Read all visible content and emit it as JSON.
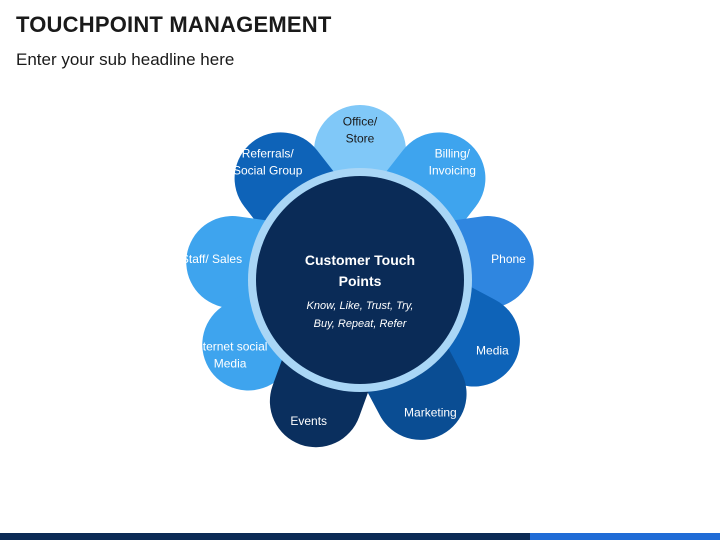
{
  "header": {
    "title": "TOUCHPOINT MANAGEMENT",
    "subtitle": "Enter your sub headline here"
  },
  "center": {
    "title_line1": "Customer Touch",
    "title_line2": "Points",
    "sub_line1": "Know, Like, Trust, Try,",
    "sub_line2": "Buy, Repeat, Refer"
  },
  "petals": [
    {
      "lines": [
        "Staff/ Sales"
      ],
      "color": "#3ea4ee"
    },
    {
      "lines": [
        "Referrals/",
        "Social Group"
      ],
      "color": "#0e63b8"
    },
    {
      "lines": [
        "Office/",
        "Store"
      ],
      "color": "#80c8f8"
    },
    {
      "lines": [
        "Billing/",
        "Invoicing"
      ],
      "color": "#3ea4ee"
    },
    {
      "lines": [
        "Phone"
      ],
      "color": "#2f86e0"
    },
    {
      "lines": [
        "Media"
      ],
      "color": "#0e63b8"
    },
    {
      "lines": [
        "Marketing"
      ],
      "color": "#0a4d93"
    },
    {
      "lines": [
        "Events"
      ],
      "color": "#0a2f5e"
    },
    {
      "lines": [
        "Internet social",
        "Media"
      ],
      "color": "#3ea4ee"
    }
  ],
  "colors": {
    "center_fill": "#0a2b57",
    "center_ring": "#a9d6f6",
    "text_dark": "#1a1a1a",
    "text_light": "#ffffff"
  }
}
